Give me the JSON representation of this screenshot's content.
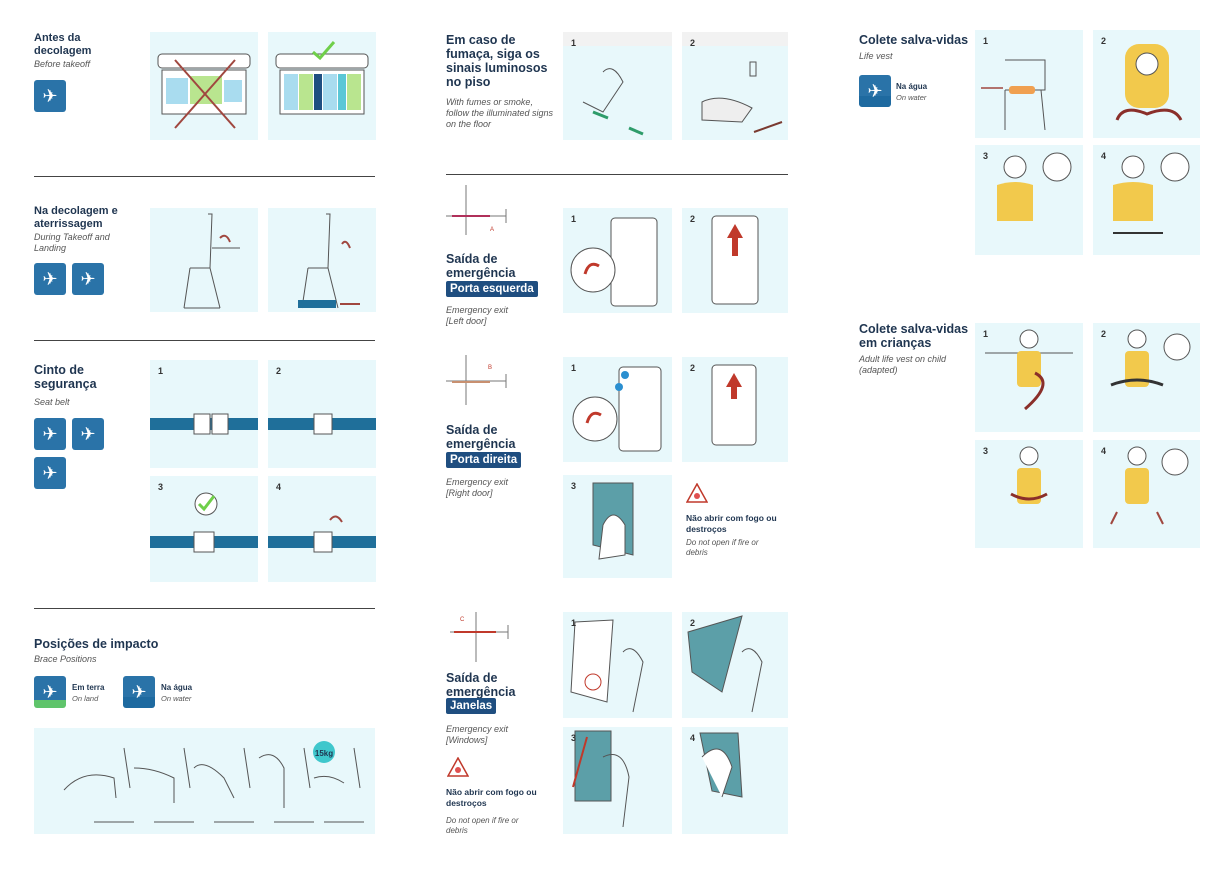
{
  "left": {
    "before_takeoff": {
      "title": "Antes da decolagem",
      "subtitle": "Before takeoff",
      "icon": "takeoff-icon"
    },
    "takeoff_landing": {
      "title": "Na decolagem e aterrissagem",
      "subtitle": "During Takeoff and Landing",
      "icons": [
        "takeoff-icon",
        "landing-icon"
      ]
    },
    "seat_belt": {
      "title": "Cinto de segurança",
      "subtitle": "Seat belt",
      "steps": [
        "1",
        "2",
        "3",
        "4"
      ],
      "icons": [
        "takeoff-icon",
        "landing-icon",
        "turbulence-icon"
      ]
    },
    "brace": {
      "title": "Posições de impacto",
      "subtitle": "Brace Positions",
      "land_label": "Em terra",
      "land_sub": "On land",
      "water_label": "Na água",
      "water_sub": "On water",
      "child_weight": "15kg"
    }
  },
  "middle": {
    "smoke": {
      "title": "Em caso de fumaça, siga os sinais luminosos no piso",
      "subtitle": "With fumes or smoke, follow the illuminated signs on the floor",
      "steps": [
        "1",
        "2"
      ]
    },
    "left_door": {
      "title": "Saída de emergência",
      "badge": "Porta esquerda",
      "subtitle": "Emergency exit [Left door]",
      "marker": "A",
      "steps": [
        "1",
        "2"
      ]
    },
    "right_door": {
      "title": "Saída de emergência",
      "badge": "Porta direita",
      "subtitle": "Emergency exit [Right door]",
      "marker": "B",
      "steps": [
        "1",
        "2",
        "3"
      ],
      "warning": "Não abrir com fogo ou destroços",
      "warning_sub": "Do not open if fire or debris"
    },
    "windows": {
      "title": "Saída de emergência",
      "badge": "Janelas",
      "subtitle": "Emergency exit [Windows]",
      "marker": "C",
      "steps": [
        "1",
        "2",
        "3",
        "4"
      ],
      "warning": "Não abrir com fogo ou destroços",
      "warning_sub": "Do not open if fire or debris"
    }
  },
  "right": {
    "life_vest": {
      "title": "Colete salva-vidas",
      "subtitle": "Life vest",
      "water_label": "Na água",
      "water_sub": "On water",
      "steps": [
        "1",
        "2",
        "3",
        "4"
      ]
    },
    "child_vest": {
      "title": "Colete salva-vidas em crianças",
      "subtitle": "Adult life vest on child (adapted)",
      "steps": [
        "1",
        "2",
        "3",
        "4"
      ]
    }
  },
  "colors": {
    "brand_blue": "#2a73a8",
    "badge_blue": "#1f4e80",
    "panel_bg": "#e8f8fb",
    "vest_yellow": "#f2c94c",
    "warning_red": "#c0392b"
  }
}
